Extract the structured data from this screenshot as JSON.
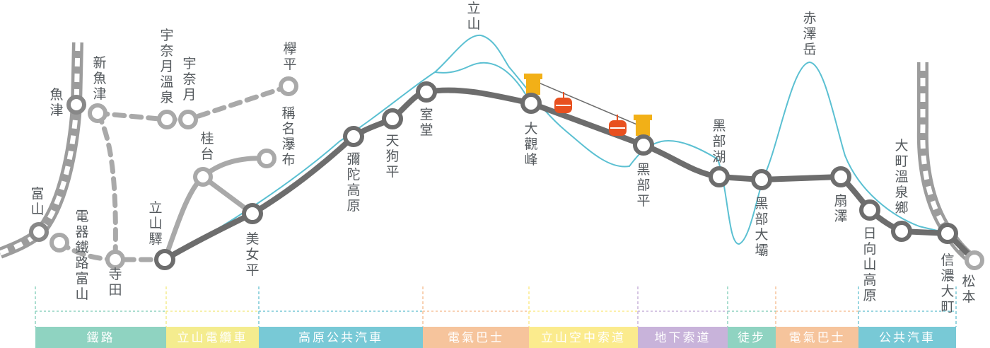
{
  "stations": {
    "uozu": "魚津",
    "shin_uozu": "新魚津",
    "unazuki_onsen": "宇奈月溫泉",
    "unazuki": "宇奈月",
    "keyakidaira": "欅平",
    "toyama": "富山",
    "dentetsu_toyama": "電器鐵路富山",
    "terada": "寺田",
    "katsuradai": "桂台",
    "shomyo_falls": "稱名瀑布",
    "tateyama_station": "立山驛",
    "bijodaira": "美女平",
    "midagahara": "彌陀高原",
    "tengudaira": "天狗平",
    "murodo": "室堂",
    "mt_tateyama": "立山",
    "daikanbo": "大觀峰",
    "kurobedaira": "黑部平",
    "kurobe_lake": "黑部湖",
    "kurobe_dam": "黑部大壩",
    "akazawadake": "赤澤岳",
    "ogizawa": "扇澤",
    "hinata_yamakogen": "日向山高原",
    "omachi_onsen": "大町溫泉鄉",
    "shinano_omachi": "信濃大町",
    "matsumoto": "松本"
  },
  "segments": [
    {
      "label": "鐵路",
      "color": "#8fd3c1"
    },
    {
      "label": "立山電纜車",
      "color": "#f4ec8e"
    },
    {
      "label": "高原公共汽車",
      "color": "#78c9d6"
    },
    {
      "label": "電氣巴士",
      "color": "#f6c49c"
    },
    {
      "label": "立山空中索道",
      "color": "#fbeb8d"
    },
    {
      "label": "地下索道",
      "color": "#c8b3da"
    },
    {
      "label": "徒步",
      "color": "#8fd3c1"
    },
    {
      "label": "電氣巴士",
      "color": "#f6c49c"
    },
    {
      "label": "公共汽車",
      "color": "#78c9d6"
    }
  ],
  "colors": {
    "route_dark": "#6d6d6d",
    "route_light": "#a9a9a9",
    "mountain": "#5bc0d2",
    "ropeway_station": "#f2b017",
    "gondola": "#e8501f"
  }
}
